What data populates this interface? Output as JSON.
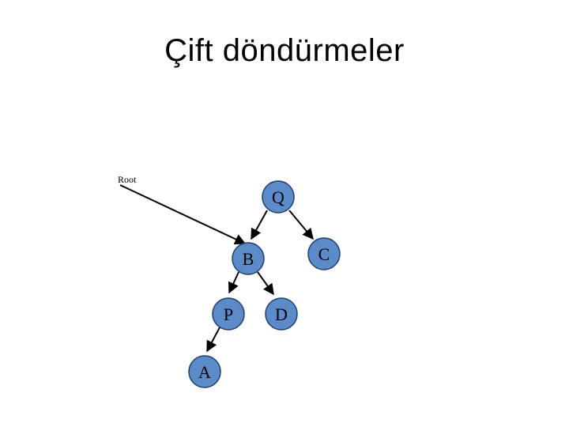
{
  "title": "Çift döndürmeler",
  "root_label": "Root",
  "nodes": {
    "Q": "Q",
    "B": "B",
    "C": "C",
    "P": "P",
    "D": "D",
    "A": "A"
  },
  "colors": {
    "node_fill": "#5b8bc9",
    "node_stroke": "#1f3f6e",
    "edge": "#000000"
  }
}
